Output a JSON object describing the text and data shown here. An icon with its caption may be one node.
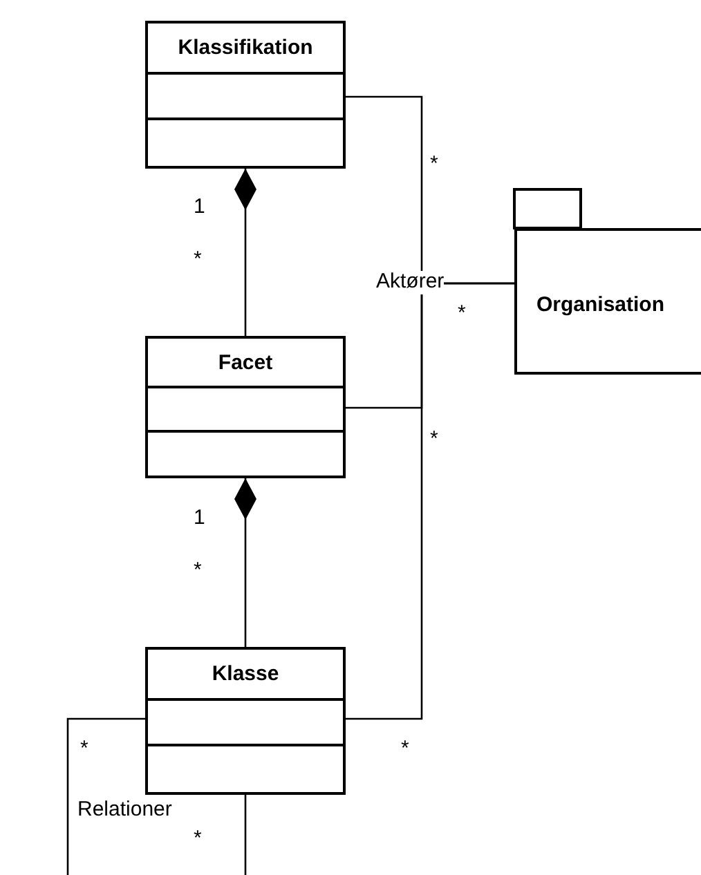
{
  "diagram": {
    "nodes": [
      {
        "text": [
          "Klassifikation"
        ]
      },
      {
        "text": [
          "Facet"
        ]
      },
      {
        "text": [
          "Klasse"
        ]
      },
      {
        "text": [
          "Organisation"
        ]
      }
    ],
    "edges": [
      {
        "from": 0,
        "to": 1,
        "arrow": "other"
      },
      {
        "from": 1,
        "to": 2,
        "arrow": "other"
      },
      {
        "from": 0,
        "to": 3,
        "arrow": "none"
      },
      {
        "from": 1,
        "to": 3,
        "arrow": "none"
      },
      {
        "from": 2,
        "to": 3,
        "arrow": "none"
      },
      {
        "from": 2,
        "to": null,
        "arrow": "none"
      },
      {
        "from": 2,
        "to": null,
        "arrow": "none"
      }
    ],
    "labels": [
      "*",
      "1",
      "*",
      "Aktører",
      "*",
      "*",
      "1",
      "*",
      "*",
      "*",
      "Relationer",
      "*"
    ]
  }
}
